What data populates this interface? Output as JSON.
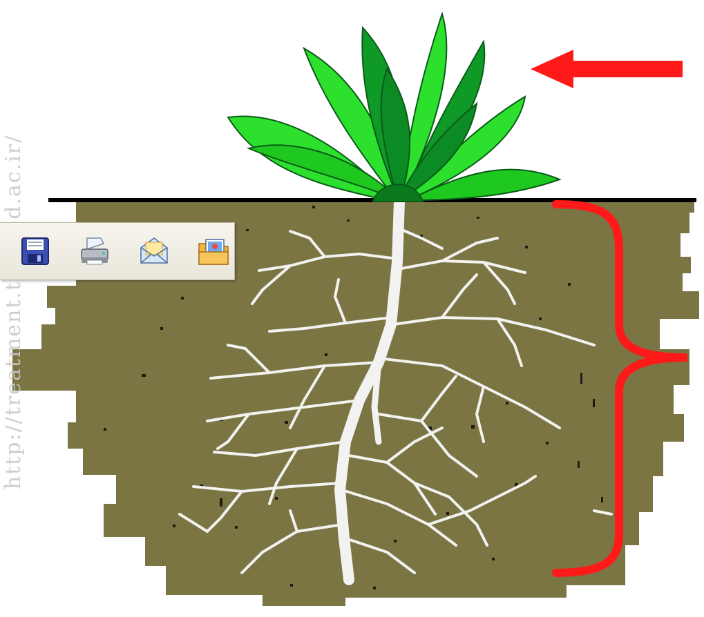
{
  "watermark": {
    "text": "http://treatment.tbzmed.ac.ir/"
  },
  "diagram": {
    "colors": {
      "soil": "#7a7543",
      "root": "#f2f2f0",
      "leaf_light": "#2ee02e",
      "leaf_dark": "#0c8a24",
      "ground_line": "#000000",
      "annotation": "#ff1a1a"
    },
    "annotations": [
      {
        "kind": "arrow",
        "points_to": "shoot"
      },
      {
        "kind": "brace",
        "spans": "root-system"
      }
    ]
  },
  "toolbar": {
    "buttons": [
      {
        "icon": "save-icon"
      },
      {
        "icon": "print-icon"
      },
      {
        "icon": "email-icon"
      },
      {
        "icon": "open-gallery-icon"
      }
    ]
  }
}
